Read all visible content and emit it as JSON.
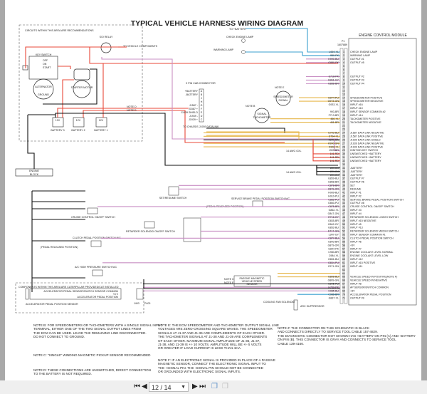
{
  "title": "TYPICAL VEHICLE HARNESS WIRING DIAGRAM",
  "colors": {
    "red": "#e8493a",
    "pink": "#c98fc4",
    "orange": "#e6b649",
    "blue": "#3a9fcf",
    "black": "#111111"
  },
  "ecm": {
    "title": "ENGINE CONTROL MODULE",
    "connector": "P1",
    "connector_part": "1607889",
    "rows": [
      {
        "wire": "L994-YL",
        "label": "CHECK ENGINE LAMP"
      },
      {
        "wire": "959-PK",
        "label": "WARNING LAMP"
      },
      {
        "wire": "K990-BU",
        "label": "OUTPUT #1"
      },
      {
        "wire": "G880-PK",
        "label": "OUTPUT #5"
      },
      {
        "wire": "",
        "label": ""
      },
      {
        "wire": "",
        "label": ""
      },
      {
        "wire": "",
        "label": ""
      },
      {
        "wire": "E718-PK",
        "label": "OUTPUT #2"
      },
      {
        "wire": "G961-GY",
        "label": "OUTPUT #3"
      },
      {
        "wire": "G888-BR",
        "label": "OUTPUT #4"
      },
      {
        "wire": "",
        "label": ""
      },
      {
        "wire": "",
        "label": ""
      },
      {
        "wire": "",
        "label": ""
      },
      {
        "wire": "G974-PU",
        "label": "SPEEDOMETER POSITIVE"
      },
      {
        "wire": "G973-GN",
        "label": "SPEEDOMETER NEGATIVE"
      },
      {
        "wire": "G933-YL",
        "label": "INPUT #16"
      },
      {
        "wire": "",
        "label": "INPUT #10"
      },
      {
        "wire": "993-BR",
        "label": "INPUT SENSOR COMMON #2"
      },
      {
        "wire": "F713-BR",
        "label": "INPUT #14"
      },
      {
        "wire": "450-YL",
        "label": "TACHOMETER POSITIVE"
      },
      {
        "wire": "451-BR",
        "label": "TACHOMETER NEGATIVE"
      },
      {
        "wire": "",
        "label": ""
      },
      {
        "wire": "",
        "label": ""
      },
      {
        "wire": "E793-BU",
        "label": "J1587 DATA LINK NEGATIVE"
      },
      {
        "wire": "E794-YL",
        "label": "J1587 DATA LINK POSITIVE"
      },
      {
        "wire": "K249-BK",
        "label": "J1939 DATA LINK SHIELD"
      },
      {
        "wire": "K990-GN",
        "label": "J1939 DATA LINK NEGATIVE"
      },
      {
        "wire": "K900-YL",
        "label": "J1939 DATA LINK POSITIVE"
      },
      {
        "wire": "J909-BR",
        "label": "IGNITION KEY SWITCH"
      },
      {
        "wire": "101-RD",
        "label": "UNSWITCHED +BATTERY"
      },
      {
        "wire": "101-RD",
        "label": "UNSWITCHED +BATTERY"
      },
      {
        "wire": "101-RD",
        "label": "UNSWITCHED +BATTERY"
      },
      {
        "wire": "",
        "label": ""
      },
      {
        "wire": "229-BK",
        "label": "-BATTERY"
      },
      {
        "wire": "229-BK",
        "label": "-BATTERY"
      },
      {
        "wire": "229-BK",
        "label": "-BATTERY"
      },
      {
        "wire": "G859-BU",
        "label": "OUTPUT #7"
      },
      {
        "wire": "G858-BR",
        "label": "OUTPUT #6"
      },
      {
        "wire": "C878-BR",
        "label": "SET"
      },
      {
        "wire": "C879-OR",
        "label": "RESUME"
      },
      {
        "wire": "H909-BU",
        "label": "INPUT #1"
      },
      {
        "wire": "H910-PU",
        "label": "INPUT #2"
      },
      {
        "wire": "C862-PU",
        "label": "SERVICE BRAKE PEDAL POSITION SWITCH"
      },
      {
        "wire": "G860-PU",
        "label": "OUTPUT #8"
      },
      {
        "wire": "C875-BR",
        "label": "CRUISE CONTROL ON/OFF SWITCH"
      },
      {
        "wire": "G862-YL",
        "label": "INPUT #3"
      },
      {
        "wire": "G847-GN",
        "label": "INPUT #4"
      },
      {
        "wire": "E716-GY",
        "label": "RETARDER SOLENOID LOW/HI SWITCH"
      },
      {
        "wire": "G835-BR",
        "label": "INPUT #15 NEGATIVE"
      },
      {
        "wire": "G842-GY",
        "label": "INPUT #5"
      },
      {
        "wire": "G852-BU",
        "label": "INPUT #13"
      },
      {
        "wire": "E717-GN",
        "label": "RETARDER SOLENOID MED/HI SWITCH"
      },
      {
        "wire": "L997-GY",
        "label": "INPUT SENSOR COMMON #1"
      },
      {
        "wire": "C877-BU",
        "label": "CLUTCH PEDAL POSITION SWITCH"
      },
      {
        "wire": "G843-BR",
        "label": "INPUT #6"
      },
      {
        "wire": "G879-OR",
        "label": "+5V"
      },
      {
        "wire": "G844-PK",
        "label": "INPUT #7"
      },
      {
        "wire": "C983-BR",
        "label": "ENGINE COOLANT LEVEL NORMAL"
      },
      {
        "wire": "C984-YL",
        "label": "ENGINE COOLANT LEVEL LOW"
      },
      {
        "wire": "G851-BU",
        "label": "INPUT #12"
      },
      {
        "wire": "G834-PU",
        "label": "INPUT #15 POSITIVE"
      },
      {
        "wire": "C971-GN",
        "label": "INPUT #11"
      },
      {
        "wire": "",
        "label": ""
      },
      {
        "wire": "",
        "label": ""
      },
      {
        "wire": "G808-BU",
        "label": "VEHICLE SPEED IN POSITIVE(NOTE F)"
      },
      {
        "wire": "G809-GN",
        "label": "VEHICLE SPEED IN NEGATIVE"
      },
      {
        "wire": "G845-PU",
        "label": "INPUT #8"
      },
      {
        "wire": "H700-PK",
        "label": "AP SENSOR/SWITCH COMMON"
      },
      {
        "wire": "C985-BU",
        "label": "+8V"
      },
      {
        "wire": "C986-BR",
        "label": "ACCELERATOR PEDAL POSITION"
      },
      {
        "wire": "G837-YL",
        "label": "OUTPUT #9"
      }
    ]
  },
  "labels": {
    "recommendations": "CIRCUITS WITHIN THIS AREA ARE RECOMMENDATIONS",
    "relay": "S/O RELAY",
    "to_vehicle": "TO VEHICLE COMPONENTS",
    "key_switch": "KEY SWITCH",
    "key_off": "OFF",
    "key_on": "ON",
    "key_start": "START",
    "alternator": "ALTERNATOR",
    "alternator_ground": "GROUND",
    "starter": "STARTER MOTOR",
    "battery3": "BATTERY 3",
    "battery2": "BATTERY 2",
    "battery1": "BATTERY 1",
    "battery_v": "12V",
    "engine_block": "ENGINE BLOCK",
    "to_battery": "TO +BATTERY",
    "check_engine_lamp": "CHECK ENGINE LAMP",
    "warning_lamp": "WARNING LAMP",
    "cab_connector": "9 PIN CAB CONNECTOR",
    "cab_pins": [
      "+BATTERY",
      "-BATTERY",
      "",
      "",
      "J1587 -",
      "J1587 +",
      "J1939 SHIELD",
      "J1939 -",
      "J1939 +"
    ],
    "cab_letters": [
      "A",
      "B",
      "J",
      "H",
      "G",
      "F",
      "E",
      "D",
      "C"
    ],
    "speedometer": "SPEEDOMETER",
    "speedometer_signal": "SIGNAL",
    "tachometer": "TACHOMETER",
    "note_b_speedo": "NOTE B",
    "note_e_tach": "NOTE E",
    "note_d": "NOTE D",
    "to_chassis": "TO CHASSIS J1939 DATALINK",
    "awg": "14 AWG GXL",
    "set_resume": "SET/RESUME SWITCH",
    "service_brake": "SERVICE BRAKE PEDAL POSITION SWITCH N/C",
    "pedal_released": "(PEDAL RELEASED POSITION)",
    "cruise_switch": "CRUISE CONTROL ON/OFF SWITCH",
    "retarder_switch": "RETARDER SOLENOID ON/OFF SWITCH",
    "clutch_switch": "CLUTCH PEDAL POSITION SWITCH N/C",
    "clutch_released": "(PEDAL RELEASED POSITION)",
    "ac_switch": "A/C HIGH PRESSURE SWITCH N/C",
    "cat_installed": "COMPONENTS WITHIN THIS AREA ARE CATERPILLAR PROVIDED/CAT INSTALLED",
    "ap_common": "ACCELERATOR PEDAL SENSOR/SWITCH SENSOR COMMON",
    "ap_8v": "+8 V",
    "ap_position": "ACCELERATOR PEDAL POSITION",
    "ap_sensor": "ACCELERATOR PEDAL POSITION SENSOR",
    "j403": "J403",
    "p403": "P403",
    "vss_notes": "NOTE C\nNOTE F",
    "vss": "PASSIVE MAGNETIC VEHICLE SPEED SENSOR",
    "cooling_fan": "COOLING FAN SOLENOID",
    "arc_suppressor": "ARC SUPPRESSOR"
  },
  "notes": {
    "b": "NOTE B:  FOR SPEEDOMETERS OR TACHOMETERS WITH A SINGLE SIGNAL INPUT\n        TERMINAL, EITHER ONE OF THE TWO SIGNAL OUTPUT LINES FROM\n        THE ECM CAN BE USED. LEAVE THE REMAINING LINE DISCONNECTED.\n        DO NOT CONNECT TO GROUND.",
    "c": "NOTE C:  \"SINGLE\" WINDING MAGNETIC PICKUP SENSOR RECOMMENDED",
    "d": "NOTE D:  THESE CONNECTIONS ARE UNSWITCHED, DIRECT CONNECTION\n        TO THE BATTERY IS NOT REQUIRED.",
    "e": "NOTE E:  THE ECM SPEEDOMETER AND TACHOMETER OUTPUT SIGNAL LINE\n        VOLTAGES ARE ZERO-CROSSING SQUARE WAVES.  THE SPEEDOMETER\n        SIGNALS AT J1-37 AND J1-36 ARE COMPLEMENTS OF EACH OTHER.\n        THE TACHOMETER SIGNALS AT J1-38 AND J1-39 ARE COMPLEMENTS\n        OF EACH OTHER.  MAXIMUM SIGNAL AMPLITUDE OF J1-36, J1-37,\n        J1-38, AND J1-39 IS +/- 10 VOLTS.  AMPLITUDE WILL BE +/- 5 VOLTS\n        OR GREATER IF LOAD CURRENT IS LESS THAN 4mA.",
    "f": "NOTE F:  IF AN ELECTRONIC SIGNAL IS PROVIDED IN PLACE OF A PASSIVE\n        MAGNETIC SENSOR, CONNECT THE ELECTRONIC SIGNAL INPUT TO\n        THE +SIGNAL PIN. THE -SIGNAL PIN SHOULD NOT BE CONNECTED\n        OR GROUNDED WITH ELECTRONIC SIGNAL INPUTS.",
    "z": "NOTE Z:  THE CONNECTOR ON THIS SCHEMATIC IS BLACK\n        AND CONNECTS DIRECTLY TO SERVICE TOOL CABLE 157-4829.\n        THE DIAGNOSTIC CONNECTOR NOT SHOWN HAS +BATTERY ON PIN (A) AND -BATTERY\n        ON PIN (B).  THIS CONNECTOR IS GRAY AND CONNECTS TO SERVICE TOOL\n        CABLE 139-4166."
  },
  "toolbar": {
    "first_page": "first-page-icon",
    "prev_page": "prev-page-icon",
    "page_value": "12 / 14",
    "next_page": "next-page-icon",
    "last_page": "last-page-icon",
    "current_page": 12,
    "total_pages": 14
  }
}
